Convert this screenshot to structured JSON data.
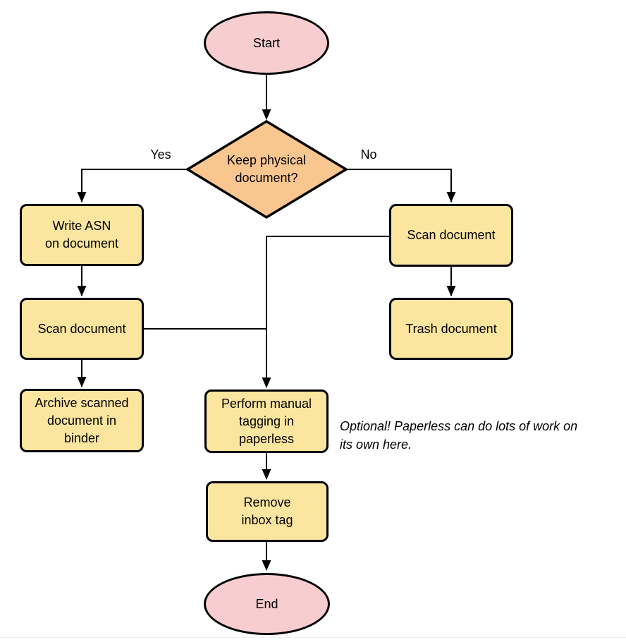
{
  "palette": {
    "terminal_fill": "#F7CDD0",
    "decision_fill": "#FAC690",
    "process_fill": "#FCE59E",
    "stroke": "#000000"
  },
  "nodes": {
    "start": {
      "label": "Start"
    },
    "decision": {
      "label": "Keep physical\ndocument?"
    },
    "write_asn": {
      "label": "Write ASN\non document"
    },
    "scan_left": {
      "label": "Scan document"
    },
    "archive": {
      "label": "Archive scanned\ndocument in\nbinder"
    },
    "scan_right": {
      "label": "Scan document"
    },
    "trash": {
      "label": "Trash document"
    },
    "tagging": {
      "label": "Perform manual\ntagging in\npaperless"
    },
    "remove_inbox": {
      "label": "Remove\ninbox tag"
    },
    "end": {
      "label": "End"
    }
  },
  "edges": {
    "yes_label": "Yes",
    "no_label": "No"
  },
  "annotation": {
    "text": "Optional! Paperless can do lots of work on\nits own here."
  }
}
